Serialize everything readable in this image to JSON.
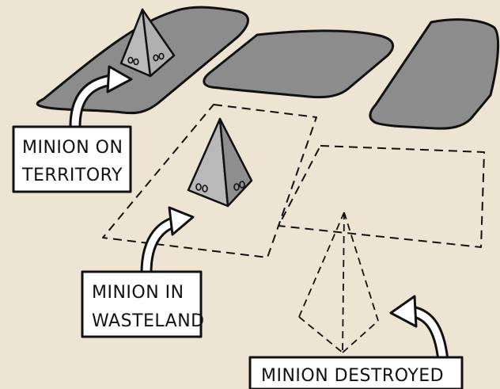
{
  "colors": {
    "background": "#ede4d3",
    "territory": "#8c8c8c",
    "minion": "#b9b9b9",
    "minion_shadow": "#8e8e8e",
    "ink": "#111111",
    "label_fill": "#ffffff"
  },
  "labels": {
    "territory": [
      "MINION ON",
      "TERRITORY"
    ],
    "wasteland": [
      "MINION IN",
      "WASTELAND"
    ],
    "destroyed": "MINION DESTROYED"
  }
}
